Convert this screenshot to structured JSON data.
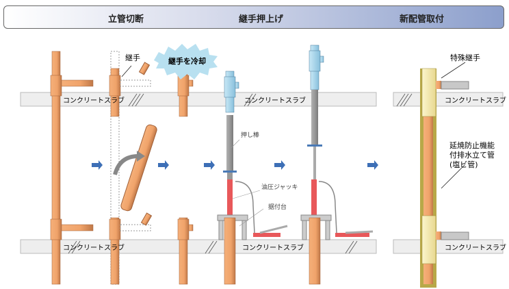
{
  "header": {
    "steps": [
      {
        "label": "立管切断"
      },
      {
        "label": "継手押上げ"
      },
      {
        "label": "新配管取付"
      }
    ]
  },
  "labels": {
    "slab": "コンクリートスラブ",
    "joint": "継手",
    "cool_joint": "継手を冷却",
    "push_rod": "押し棒",
    "hydraulic_jack": "油圧ジャッキ",
    "mount_base": "据付台",
    "special_joint": "特殊継手",
    "fire_pipe_line1": "延焼防止機能",
    "fire_pipe_line2": "付排水立て管",
    "fire_pipe_line3": "(塩ビ管)"
  },
  "colors": {
    "pipe_orange": "#f0a36a",
    "pipe_orange_dark": "#c07848",
    "cooled_blue": "#a8d8ee",
    "rod_gray": "#999999",
    "jack_red": "#e8585a",
    "arrow_blue": "#3d6fb6",
    "special_yellow": "#f4eaa8",
    "slab_gray": "#eeeeee"
  }
}
